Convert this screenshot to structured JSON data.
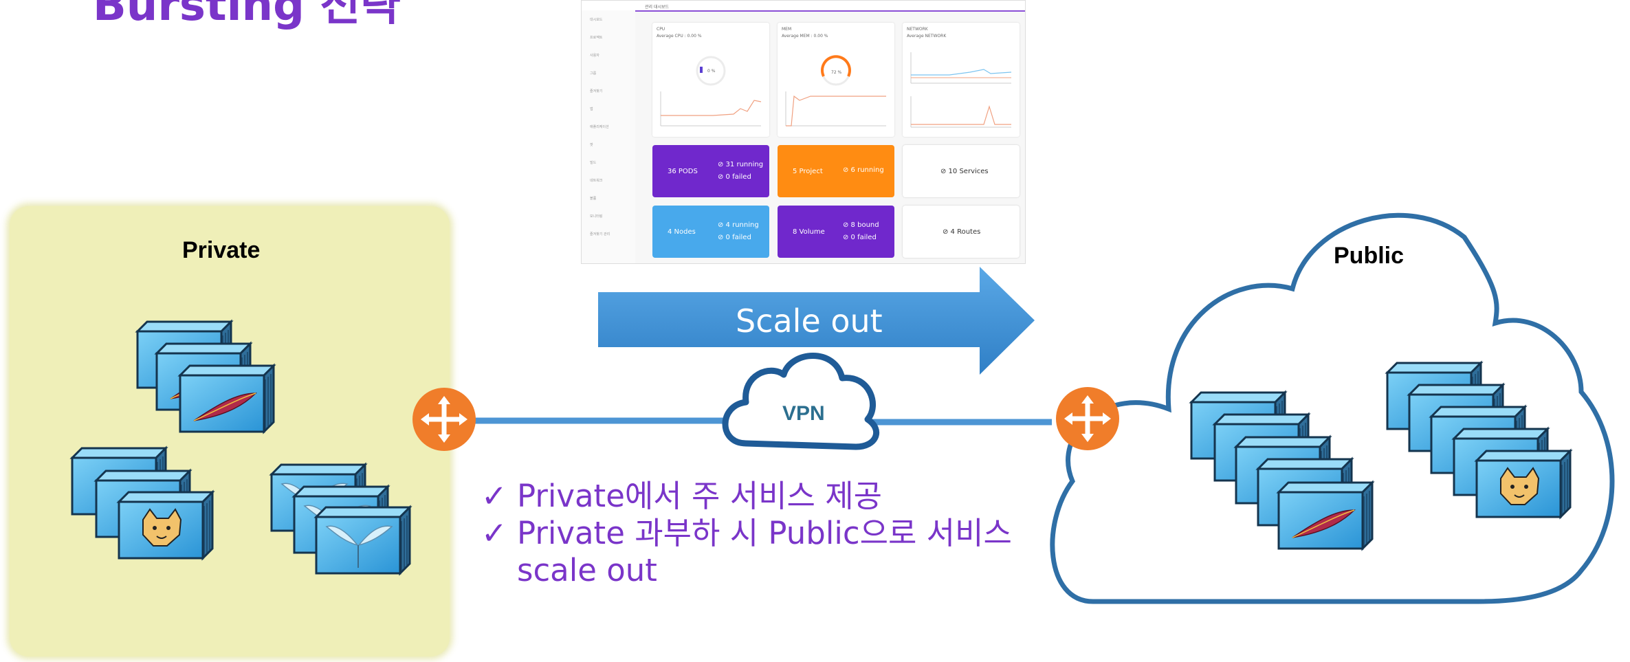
{
  "title": "Bursting 전략",
  "private_label": "Private",
  "public_label": "Public",
  "arrow_label": "Scale out",
  "vpn_label": "VPN",
  "bullets": [
    {
      "check": "✓",
      "lines": [
        "Private에서 주 서비스 제공"
      ]
    },
    {
      "check": "✓",
      "lines": [
        "Private 과부하 시 Public으로 서비스",
        "scale out"
      ]
    }
  ],
  "dashboard": {
    "header": "관리 대시보드",
    "panels": [
      {
        "name": "CPU",
        "sub": "Average CPU : 0.00 %",
        "gauge": "0 %"
      },
      {
        "name": "MEM",
        "sub": "Average MEM : 0.00 %",
        "gauge": "72 %"
      },
      {
        "name": "NETWORK",
        "sub": "Average NETWORK"
      }
    ],
    "tiles": [
      {
        "main": "36 PODS",
        "l1": "⊘ 31 running",
        "l2": "⊘ 0 failed",
        "color": "#7028cc"
      },
      {
        "main": "5 Project",
        "l1": "⊘ 6 running",
        "l2": "",
        "color": "#ff8c12"
      },
      {
        "main": "",
        "l1": "⊘ 10 Services",
        "l2": "",
        "color": "#ffffff"
      },
      {
        "main": "4 Nodes",
        "l1": "⊘ 4 running",
        "l2": "⊘ 0 failed",
        "color": "#48a9ec"
      },
      {
        "main": "8 Volume",
        "l1": "⊘ 8 bound",
        "l2": "⊘ 0 failed",
        "color": "#7028cc"
      },
      {
        "main": "",
        "l1": "⊘ 4 Routes",
        "l2": "",
        "color": "#ffffff"
      }
    ],
    "sidebar": [
      "대시보드",
      "프로젝트",
      "사용자",
      "그룹",
      "즐겨찾기",
      "앱",
      "애플리케이션",
      "팟",
      "빌드",
      "네트워크",
      "볼륨",
      "모니터링",
      "즐겨찾기 관리"
    ]
  },
  "colors": {
    "title": "#7a35c9",
    "private_bg": "#efefb8",
    "cloud_stroke": "#2f6fa6",
    "arrow": "#3f8fd3",
    "router": "#f07d2a",
    "bullet_text": "#7a35c9",
    "container": "#4fb4e8"
  }
}
